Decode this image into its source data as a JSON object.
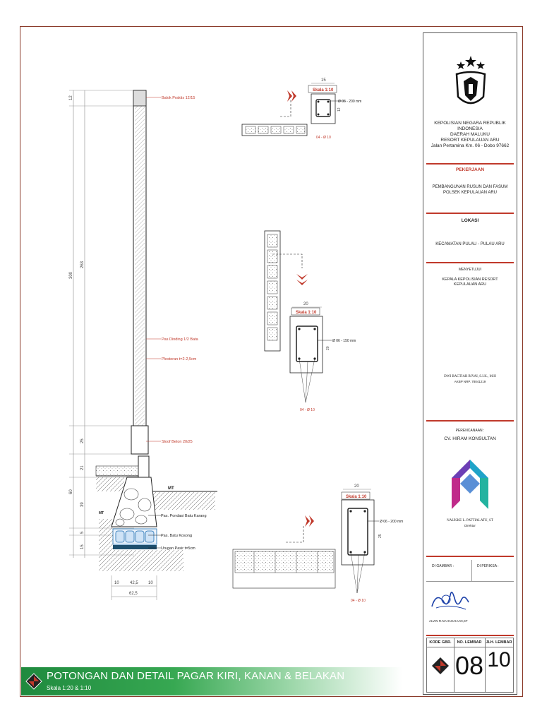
{
  "drawing": {
    "dims_vertical": [
      "12",
      "300",
      "263",
      "25",
      "21",
      "60",
      "39",
      "5",
      "15"
    ],
    "dims_horizontal": [
      "10",
      "42,5",
      "10",
      "62,5"
    ],
    "callouts": [
      "Balok Praktis 12/15",
      "Pas Dinding 1/2 Bata",
      "Plesteran t=2-2,5cm",
      "Sloof Beton 20/25",
      "Pas. Pondasi Batu Karang",
      "Pas. Batu Kosong",
      "Urugan Pasir t=5cm"
    ],
    "mt_label": "MT",
    "details": [
      {
        "scale": "Skala 1:10",
        "width": "15",
        "height": "12",
        "stirrup": "Ø 06 - 200 mm",
        "rebar": "04 - Ø 10"
      },
      {
        "scale": "Skala 1:10",
        "width": "20",
        "height": "20",
        "stirrup": "Ø 06 - 150 mm",
        "rebar": "04 - Ø 10"
      },
      {
        "scale": "Skala 1:10",
        "width": "20",
        "height": "25",
        "stirrup": "Ø 06 - 200 mm",
        "rebar": "04 - Ø 10"
      }
    ]
  },
  "title_block": {
    "org_lines": [
      "KEPOLISIAN NEGARA REPUBLIK INDONESIA",
      "DAERAH MALUKU",
      "RESORT KEPULAUAN ARU",
      "Jalan Pertamina Km. 06 - Dobo 97662"
    ],
    "pekerjaan_label": "PEKERJAAN",
    "pekerjaan_value": "PEMBANGUNAN RUSUN DAN FASUM POLSEK KEPULAUAN ARU",
    "lokasi_label": "LOKASI",
    "lokasi_value": "KECAMATAN PULAU - PULAU ARU",
    "menyetujui_label": "MENYETUJUI",
    "menyetujui_value": "KEPALA KEPOLISIAN RESORT KEPULAUAN ARU",
    "approver_name": "DWI BACTIAR RIVAI, S.I.K., M.H",
    "approver_id": "AKBP NRP. 78041219",
    "perencana_label": "PERENCANAAN :",
    "perencana_value": "CV. HIRAM KONSULTAN",
    "director_name": "NAUKKE L. PATTIALATU, ST",
    "director_role": "Direktur",
    "digambar_label": "DI GAMBAR :",
    "diperiksa_label": "DI PERIKSA :",
    "drafter_name": "ALVIN R.NAHAHAIAAN,ST",
    "kode_label": "KODE GBR.",
    "no_lembar_label": "NO. LEMBAR",
    "jlh_lembar_label": "JLH. LEMBAR",
    "no_lembar": "08",
    "jlh_lembar": "10"
  },
  "title": {
    "main": "POTONGAN DAN DETAIL PAGAR KIRI, KANAN & BELAKAN",
    "scale": "Skala 1:20 & 1:10"
  },
  "colors": {
    "accent_red": "#c0392b",
    "title_green": "#2e9a4a",
    "frame": "#8b3a2a"
  }
}
